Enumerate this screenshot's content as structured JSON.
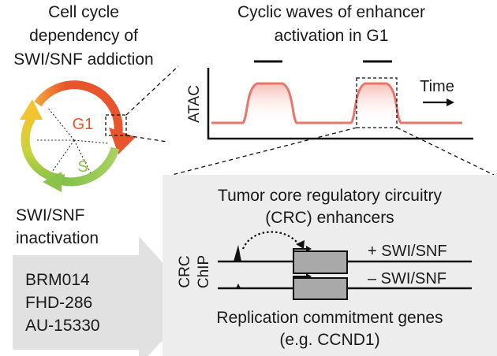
{
  "cycle_title": [
    "Cell cycle",
    "dependency of",
    "SWI/SNF addiction"
  ],
  "cycle_labels": {
    "g1": "G1",
    "s": "S"
  },
  "wave_title": [
    "Cyclic waves of enhancer",
    "activation in G1"
  ],
  "plot": {
    "ylabel": "ATAC",
    "time_label": "Time"
  },
  "inactivation": {
    "title": [
      "SWI/SNF",
      "inactivation"
    ],
    "compounds": [
      "BRM014",
      "FHD-286",
      "AU-15330"
    ]
  },
  "panel": {
    "title": [
      "Tumor core regulatory circuitry",
      "(CRC) enhancers"
    ],
    "side_label": [
      "CRC",
      "ChIP"
    ],
    "track_labels": [
      "+ SWI/SNF",
      "– SWI/SNF"
    ],
    "footer": [
      "Replication commitment genes",
      "(e.g. CCND1)"
    ]
  },
  "colors": {
    "g1_arc": "#e8542b",
    "s_arc": "#8bc34a",
    "yellow_arc": "#f2c530",
    "wave": "#e8776b",
    "panel_bg": "#ededed",
    "arrow_bg": "#e1e1e1",
    "gene_box": "#a9a9a9"
  }
}
